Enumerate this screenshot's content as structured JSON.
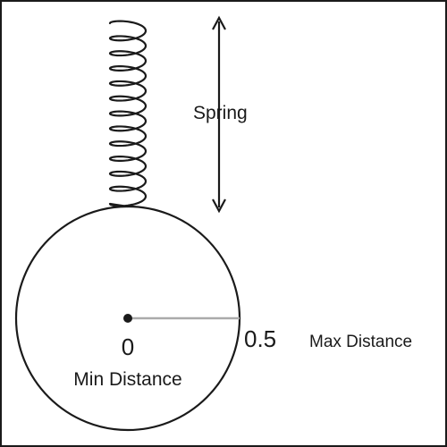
{
  "diagram": {
    "spring_label": "Spring",
    "min_value": "0",
    "min_label": "Min Distance",
    "max_value": "0.5",
    "max_label": "Max Distance"
  },
  "colors": {
    "stroke": "#1a1a1a",
    "radius_line": "#aaaaaa",
    "background": "#ffffff"
  }
}
